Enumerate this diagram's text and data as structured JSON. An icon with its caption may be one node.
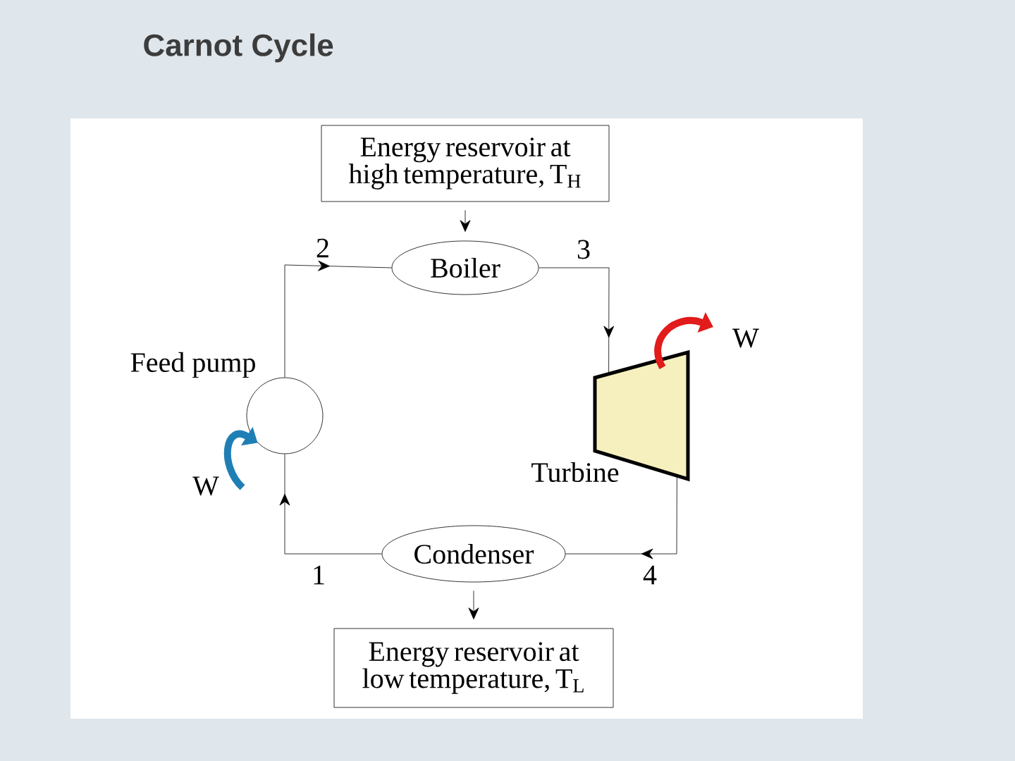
{
  "diagram": {
    "title": "Carnot Cycle",
    "nodes": [
      {
        "text": [
          "Energy reservoir at high temperature, T$_{H}$"
        ]
      },
      {
        "text": [
          "Boiler"
        ]
      },
      {
        "text": [
          "Feed pump"
        ]
      },
      {
        "text": [
          "Turbine"
        ]
      },
      {
        "text": [
          "Condenser"
        ]
      },
      {
        "text": [
          "Energy reservoir at low temperature, T$_{L}$"
        ]
      }
    ],
    "edges": [
      {
        "from": 0,
        "to": 1,
        "arrow": "to"
      },
      {
        "from": 2,
        "to": 1,
        "arrow": "to",
        "label": "2"
      },
      {
        "from": 1,
        "to": 3,
        "arrow": "to",
        "label": "3"
      },
      {
        "from": 3,
        "to": null,
        "arrow": "to",
        "label": "W",
        "style": "thick",
        "color": "#e21b1b"
      },
      {
        "from": null,
        "to": 2,
        "arrow": "to",
        "label": "W",
        "style": "thick",
        "color": "#1f7fb5"
      },
      {
        "from": 3,
        "to": 4,
        "arrow": "to",
        "label": "4"
      },
      {
        "from": 4,
        "to": 2,
        "arrow": "to",
        "label": "1"
      },
      {
        "from": 4,
        "to": 5,
        "arrow": "to"
      }
    ]
  }
}
